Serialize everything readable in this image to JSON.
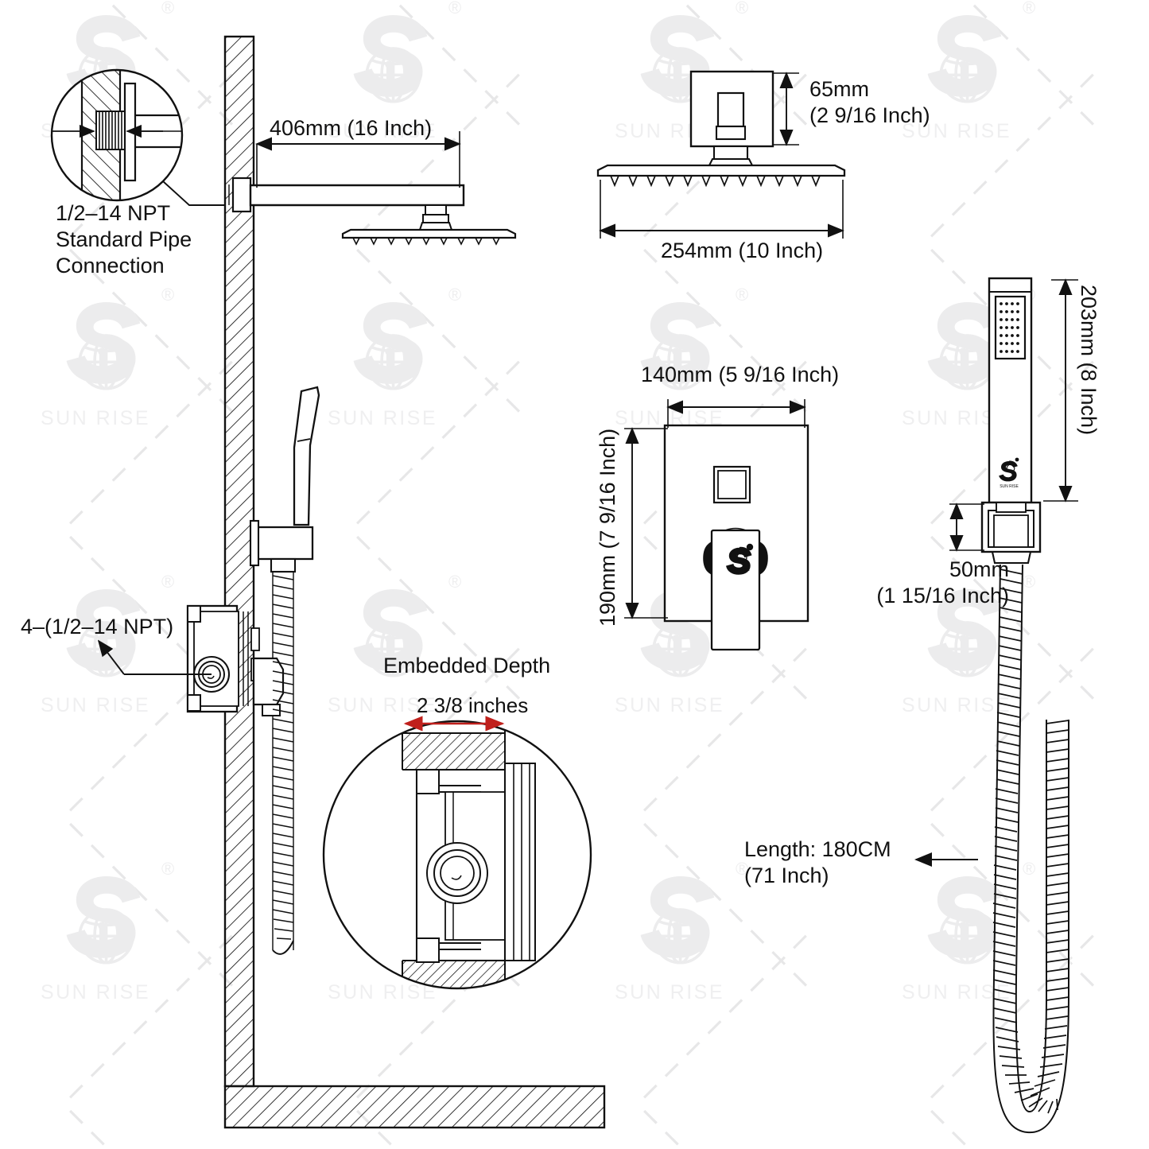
{
  "document": {
    "title": "Shower System Installation Dimension Drawing",
    "brand": "SUN RISE",
    "brand_mark": "®"
  },
  "labels": {
    "npt_connection": "1/2–14 NPT\nStandard Pipe\nConnection",
    "arm_length": "406mm (16 Inch)",
    "head_thickness": "65mm\n(2 9/16 Inch)",
    "head_width": "254mm (10 Inch)",
    "valve_width": "140mm (5 9/16 Inch)",
    "valve_height": "190mm (7 9/16 Inch)",
    "wand_length": "203mm (8 Inch)",
    "holder_size": "50mm\n(1 15/16 Inch)",
    "ports": "4–(1/2–14 NPT)",
    "embedded_depth_title": "Embedded Depth",
    "embedded_depth_value": "2 3/8 inches",
    "hose_length": "Length: 180CM\n(71 Inch)"
  },
  "dimension_callouts": [
    {
      "name": "arm-length",
      "text": "406mm (16 Inch)",
      "metric_mm": 406,
      "imperial": "16 Inch"
    },
    {
      "name": "head-thickness",
      "text": "65mm (2 9/16 Inch)",
      "metric_mm": 65,
      "imperial": "2 9/16 Inch"
    },
    {
      "name": "head-width",
      "text": "254mm (10 Inch)",
      "metric_mm": 254,
      "imperial": "10 Inch"
    },
    {
      "name": "valve-plate-width",
      "text": "140mm (5 9/16 Inch)",
      "metric_mm": 140,
      "imperial": "5 9/16 Inch"
    },
    {
      "name": "valve-plate-height",
      "text": "190mm (7 9/16 Inch)",
      "metric_mm": 190,
      "imperial": "7 9/16 Inch"
    },
    {
      "name": "hand-shower-length",
      "text": "203mm (8 Inch)",
      "metric_mm": 203,
      "imperial": "8 Inch"
    },
    {
      "name": "holder-height",
      "text": "50mm (1 15/16 Inch)",
      "metric_mm": 50,
      "imperial": "1 15/16 Inch"
    },
    {
      "name": "embedded-depth",
      "text": "2 3/8 inches",
      "metric_mm": null,
      "imperial": "2 3/8 inches"
    },
    {
      "name": "hose-length",
      "text": "Length: 180CM (71 Inch)",
      "metric_mm": 1800,
      "imperial": "71 Inch"
    }
  ],
  "colors": {
    "line": "#111111",
    "dimension_red": "#c0201c",
    "watermark": "#ececed",
    "watermark_text": "#f0f0f1",
    "background": "#ffffff"
  },
  "watermark": {
    "text": "SUN RISE",
    "registered": "®",
    "icon": "sunrise-globe-logo"
  }
}
